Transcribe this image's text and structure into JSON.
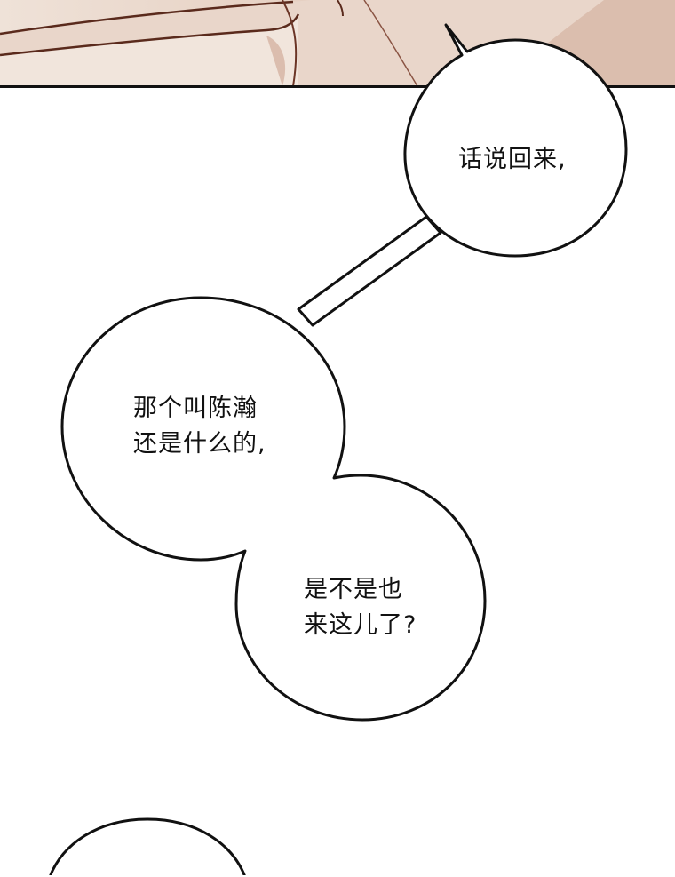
{
  "dialogue": {
    "bubble_1": {
      "lines": [
        "话说回来,"
      ]
    },
    "bubble_2": {
      "lines": [
        "那个叫陈瀚",
        "还是什么的,"
      ]
    },
    "bubble_3": {
      "lines": [
        "是不是也",
        "来这儿了?"
      ]
    }
  },
  "colors": {
    "page_background": "#ffffff",
    "bubble_fill": "#ffffff",
    "bubble_stroke": "#111111",
    "panel_skin_light": "#e8d2c4",
    "panel_skin_shadow": "#c69a86",
    "panel_line": "#5a2a1c"
  }
}
